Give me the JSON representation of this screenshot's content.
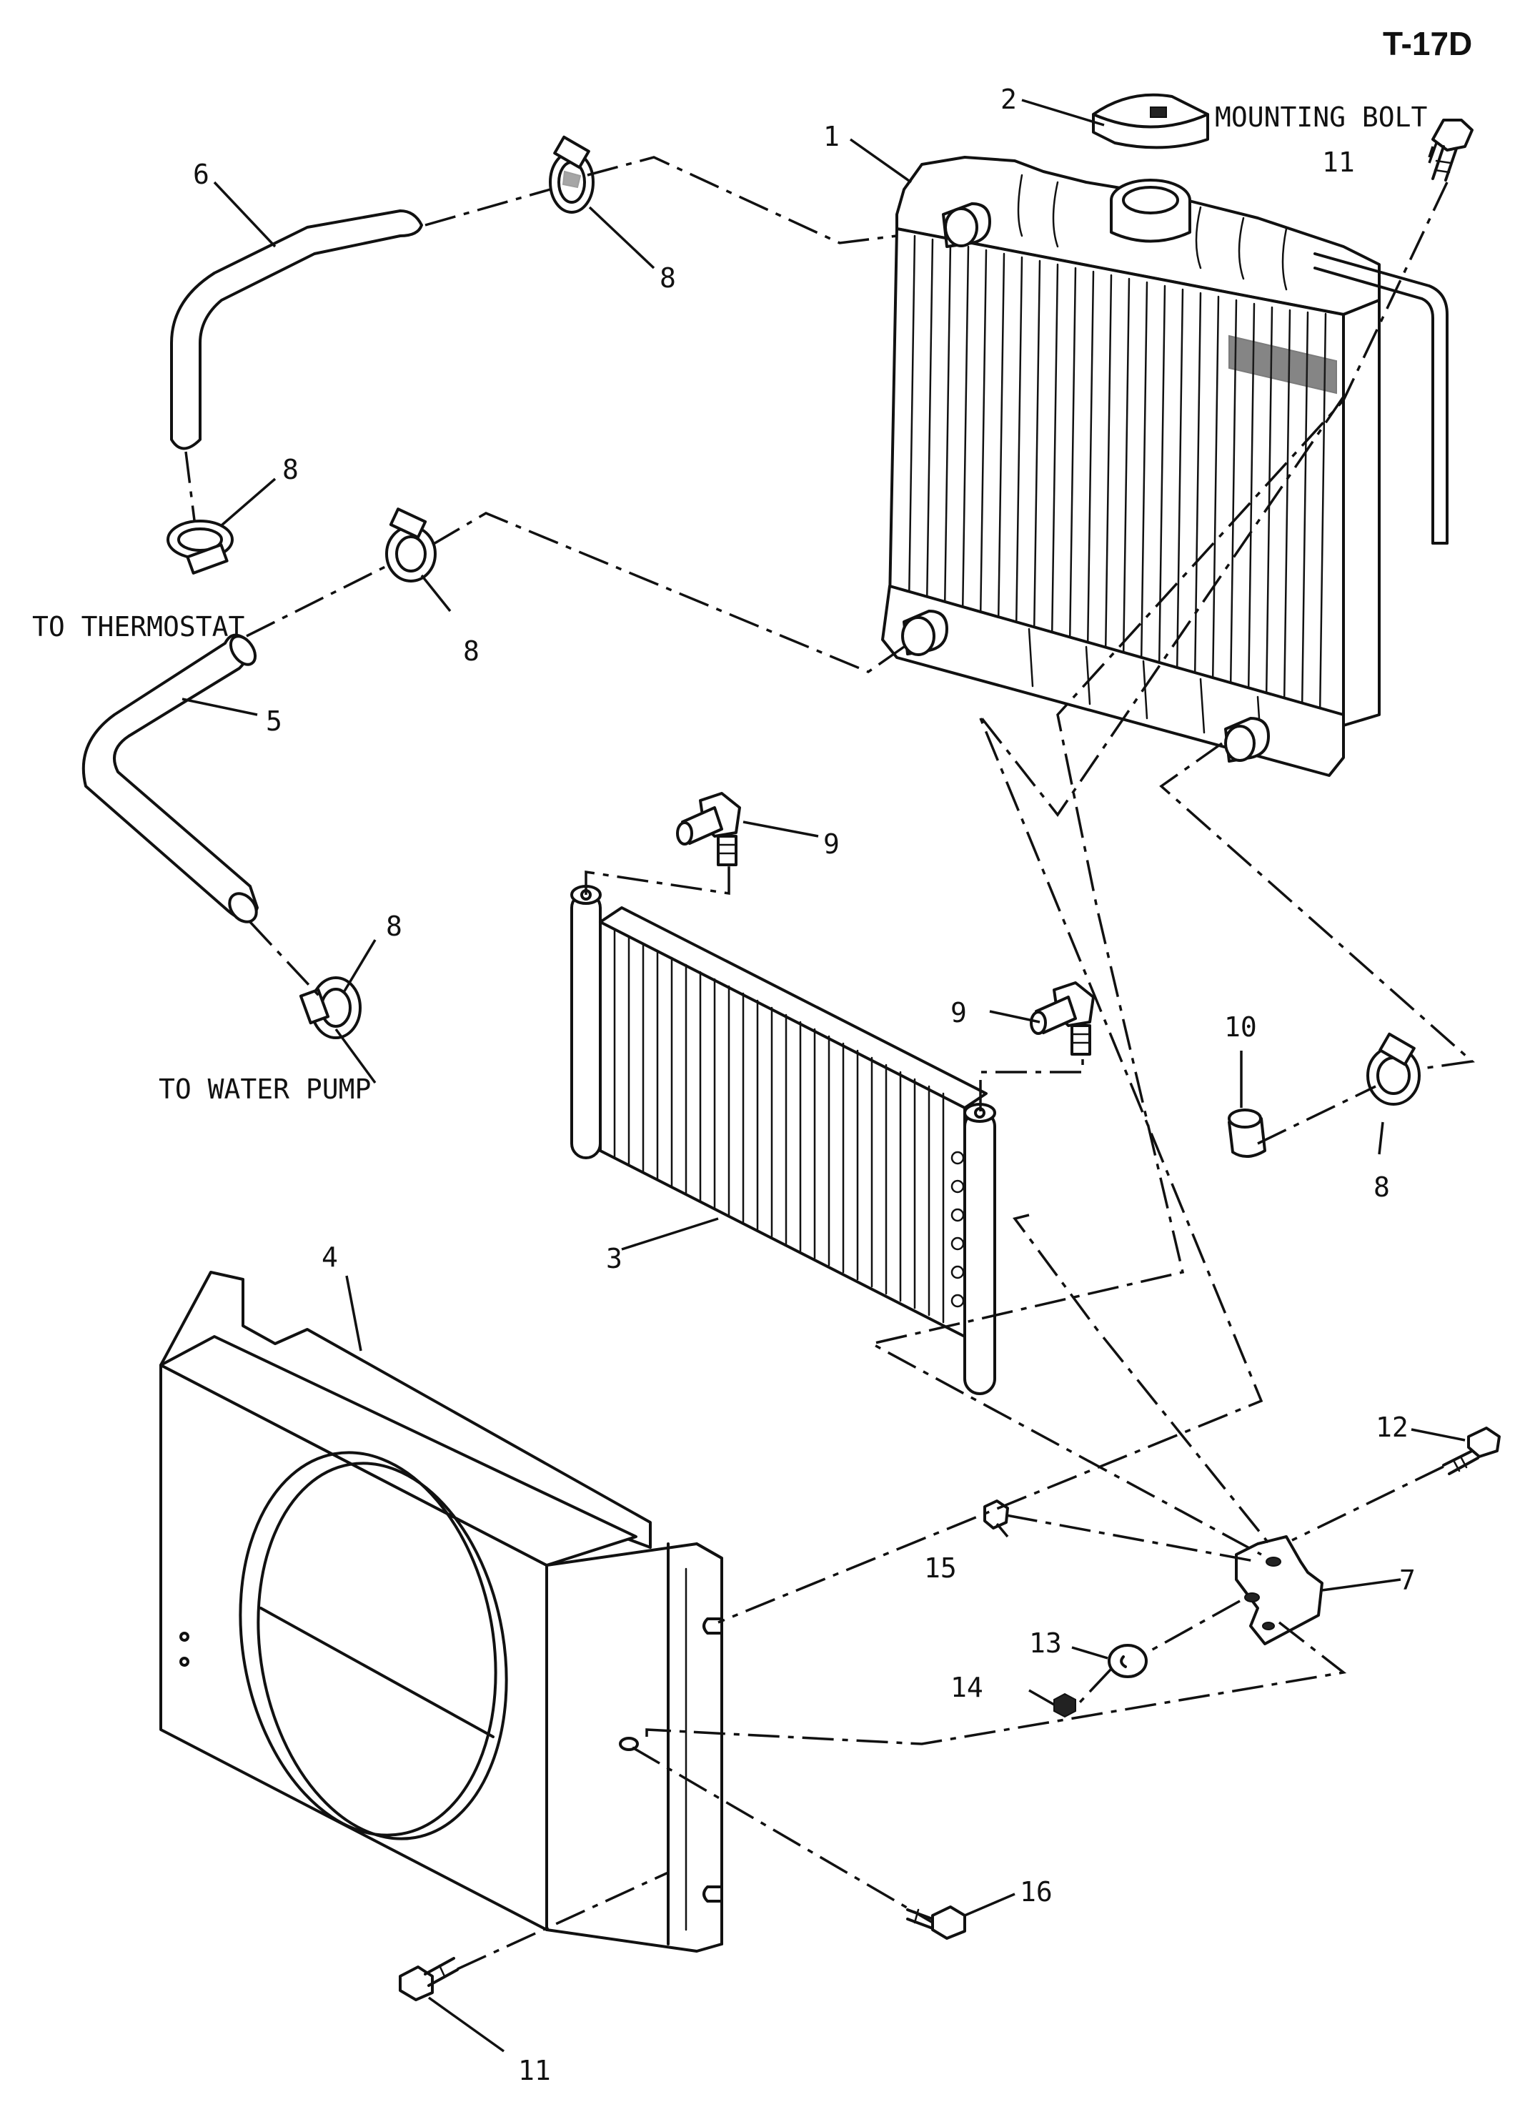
{
  "page_code": "T-17D",
  "callouts": {
    "mounting_bolt": "MOUNTING BOLT",
    "to_thermostat": "TO THERMOSTAT",
    "to_water_pump": "TO WATER PUMP"
  },
  "part_numbers": {
    "p1": "1",
    "p2": "2",
    "p3": "3",
    "p4": "4",
    "p5": "5",
    "p6": "6",
    "p7": "7",
    "p8a": "8",
    "p8b": "8",
    "p8c": "8",
    "p8d": "8",
    "p8e": "8",
    "p9a": "9",
    "p9b": "9",
    "p10": "10",
    "p11a": "11",
    "p11b": "11",
    "p12": "12",
    "p13": "13",
    "p14": "14",
    "p15": "15",
    "p16": "16"
  }
}
